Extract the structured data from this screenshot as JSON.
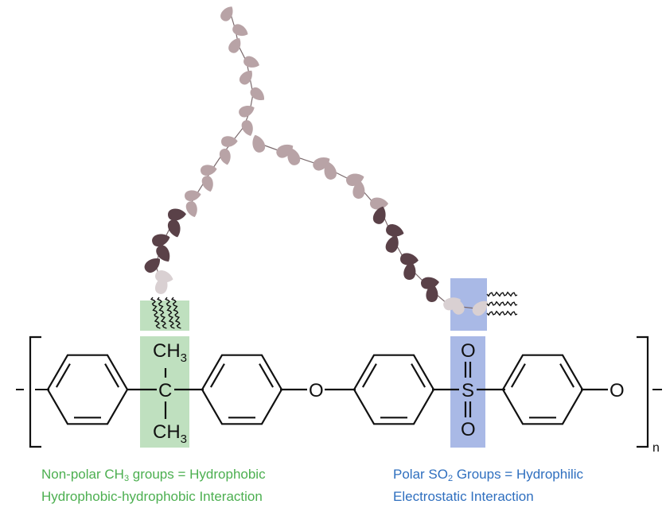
{
  "colors": {
    "hydrophobic_highlight": "#bfe0bf",
    "hydrophilic_highlight": "#a9b9e6",
    "hydrophobic_text": "#4caf50",
    "hydrophilic_text": "#2f6fbf",
    "protein_dark": "#5a4148",
    "protein_light": "#b8a3a6",
    "bond": "#111111"
  },
  "molecule": {
    "ch3_top": "CH",
    "ch3_top_sub": "3",
    "ch3_bottom": "CH",
    "ch3_bottom_sub": "3",
    "carbon": "C",
    "ether_oxygen": "O",
    "sulfur": "S",
    "sulfone_oxygen_top": "O",
    "sulfone_oxygen_bottom": "O",
    "terminal_oxygen": "O",
    "repeat_subscript": "n"
  },
  "captions": {
    "left_line1_pre": "Non-polar CH",
    "left_line1_sub": "3",
    "left_line1_post": " groups = Hydrophobic",
    "left_line2": "Hydrophobic-hydrophobic Interaction",
    "right_line1_pre": "Polar SO",
    "right_line1_sub": "2",
    "right_line1_post": " Groups = Hydrophilic",
    "right_line2": "Electrostatic Interaction"
  },
  "icons": [
    "protein-chain-icon",
    "hydrophobic-wavy-lines-icon",
    "hydrophilic-wavy-lines-icon"
  ]
}
